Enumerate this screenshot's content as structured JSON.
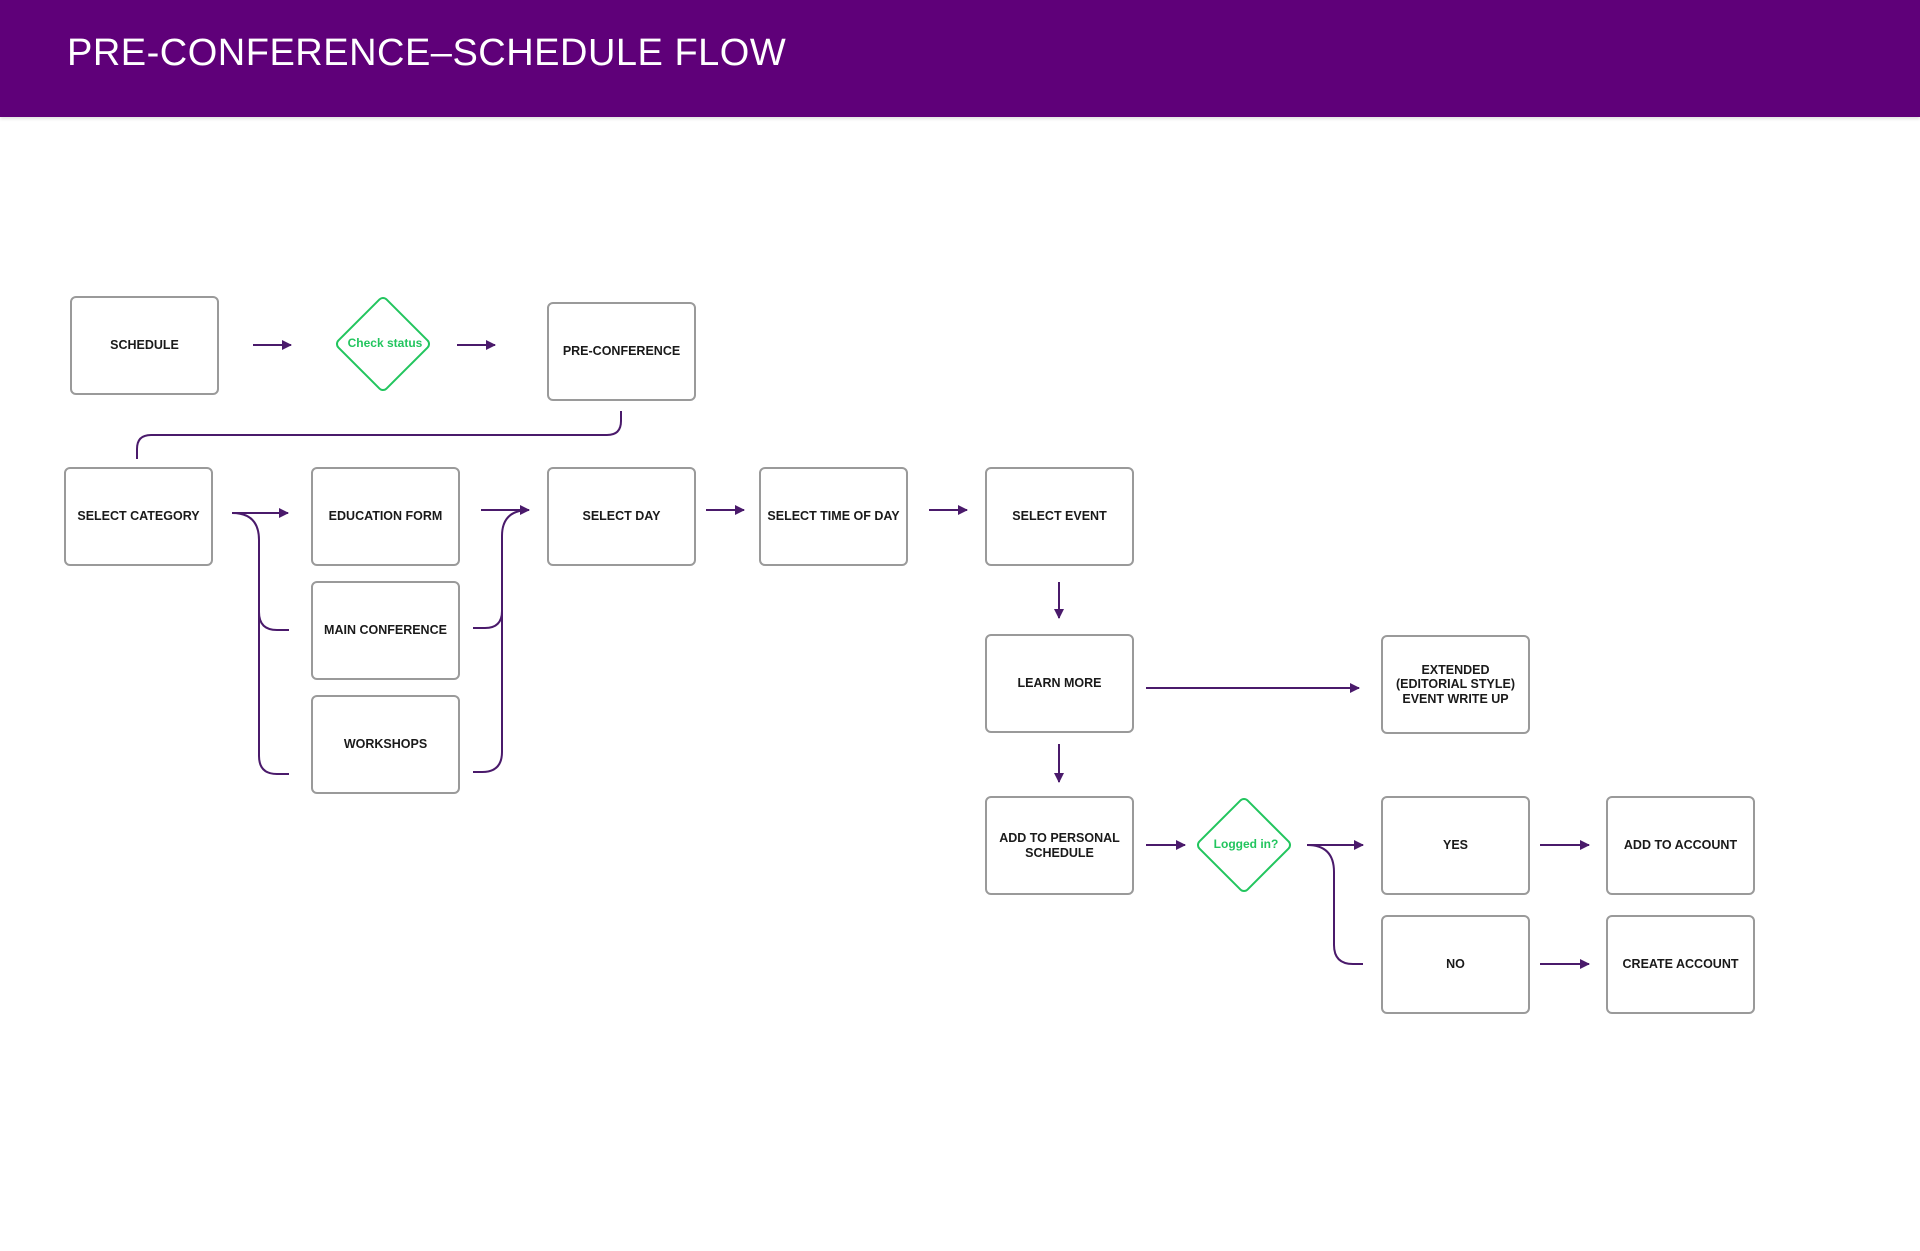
{
  "header": {
    "title": "PRE-CONFERENCE–SCHEDULE FLOW"
  },
  "nodes": {
    "schedule": "SCHEDULE",
    "check_status": "Check status",
    "pre_conference": "PRE-CONFERENCE",
    "select_category": "SELECT CATEGORY",
    "education_form": "EDUCATION FORM",
    "main_conference": "MAIN CONFERENCE",
    "workshops": "WORKSHOPS",
    "select_day": "SELECT DAY",
    "select_time_of_day": "SELECT TIME OF DAY",
    "select_event": "SELECT EVENT",
    "learn_more": "LEARN MORE",
    "extended_writeup": "EXTENDED\n(EDITORIAL STYLE)\nEVENT WRITE UP",
    "add_to_personal_schedule": "ADD TO PERSONAL\nSCHEDULE",
    "logged_in": "Logged in?",
    "yes": "YES",
    "no": "NO",
    "add_to_account": "ADD TO ACCOUNT",
    "create_account": "CREATE ACCOUNT"
  },
  "colors": {
    "header_bg": "#5f0079",
    "connector": "#4a1a6b",
    "decision": "#22c55e",
    "box_border": "#9a9a9a"
  }
}
